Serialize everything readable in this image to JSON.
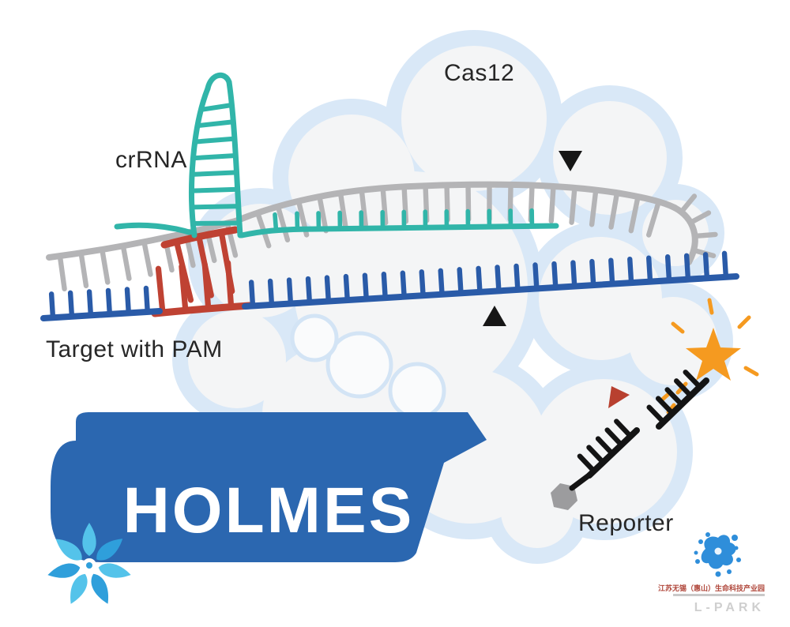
{
  "title": "HOLMES Cas12 detection schematic",
  "labels": {
    "cas12": "Cas12",
    "crrna": "crRNA",
    "target": "Target with PAM",
    "reporter": "Reporter",
    "banner": "HOLMES"
  },
  "logo": {
    "park_name_cn": "江苏无锡（惠山）生命科技产业园",
    "park_abbr": "L-PARK"
  },
  "colors": {
    "cloud_fill": "#d9e8f7",
    "cloud_inner": "#f4f5f6",
    "crrna_teal": "#31b5a9",
    "nontarget_gray": "#b4b4b6",
    "target_blue": "#2a5ba8",
    "pam_red": "#bf4233",
    "banner_blue": "#2b67b0",
    "star_orange": "#f59a20",
    "reporter_black": "#141414",
    "snowflake_blue": "#54c3ea"
  }
}
